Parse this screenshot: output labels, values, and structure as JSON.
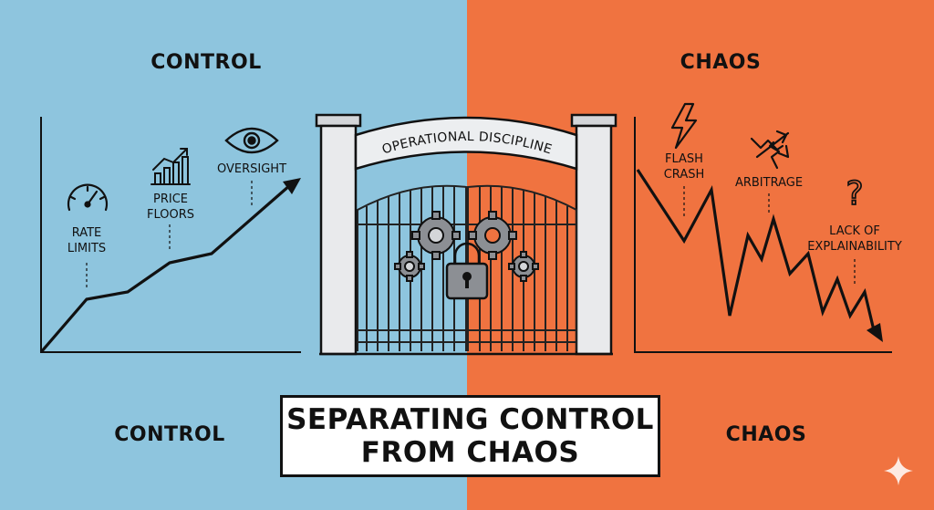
{
  "colors": {
    "control_bg": "#8ec5de",
    "chaos_bg": "#f07340",
    "ink": "#111111",
    "gate_gray": "#e9eaec",
    "lock_gray": "#8c8f94"
  },
  "control": {
    "heading_top": "CONTROL",
    "heading_bottom": "CONTROL",
    "labels": {
      "rate_limits_line1": "RATE",
      "rate_limits_line2": "LIMITS",
      "price_floors_line1": "PRICE",
      "price_floors_line2": "FLOORS",
      "oversight": "OVERSIGHT"
    },
    "icons": [
      "speedometer-icon",
      "bar-chart-up-icon",
      "eye-icon"
    ]
  },
  "chaos": {
    "heading_top": "CHAOS",
    "heading_bottom": "CHAOS",
    "labels": {
      "flash_crash_line1": "FLASH",
      "flash_crash_line2": "CRASH",
      "arbitrage": "ARBITRAGE",
      "explain_line1": "LACK OF",
      "explain_line2": "EXPLAINABILITY"
    },
    "icons": [
      "lightning-icon",
      "zigzag-arrows-icon",
      "question-mark-icon"
    ]
  },
  "gate": {
    "banner": "OPERATIONAL DISCIPLINE",
    "icons": [
      "gears-icon",
      "padlock-icon"
    ]
  },
  "title": {
    "line1": "SEPARATING CONTROL",
    "line2": "FROM CHAOS"
  },
  "watermark_icon": "sparkle-icon"
}
